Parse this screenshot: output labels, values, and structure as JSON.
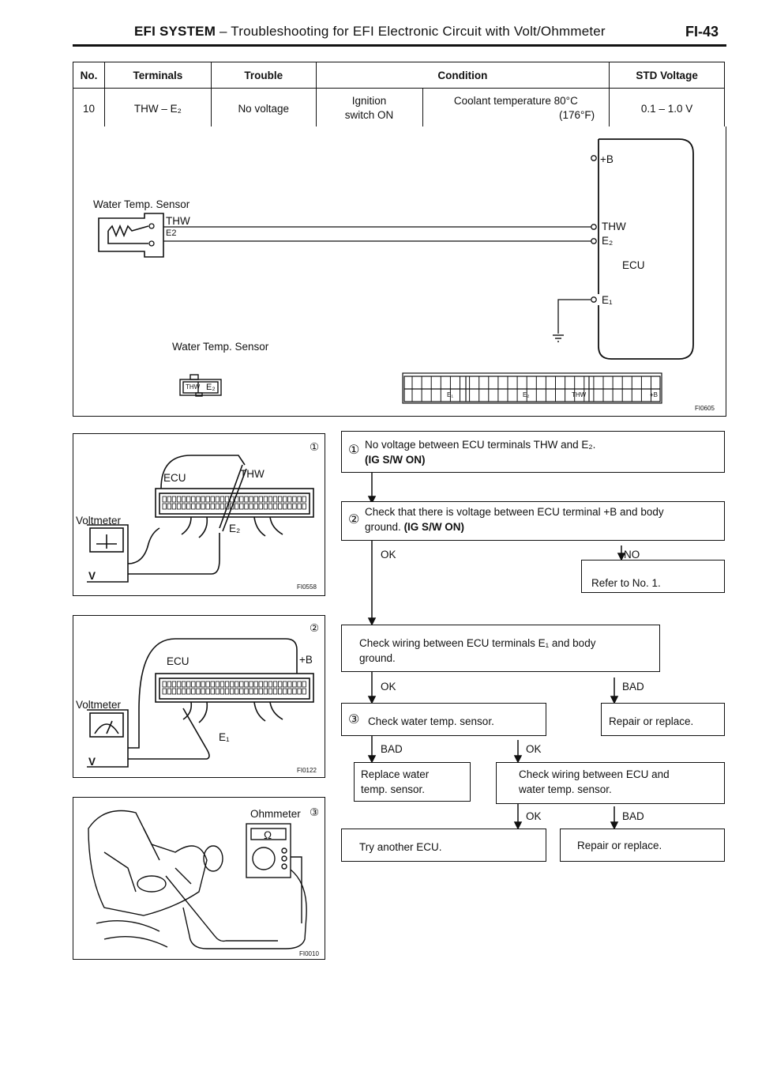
{
  "header": {
    "title_main": "EFI SYSTEM",
    "title_rest": " – Troubleshooting for EFI Electronic Circuit with Volt/Ohmmeter",
    "page_number": "FI-43"
  },
  "table": {
    "headers": {
      "no": "No.",
      "terminals": "Terminals",
      "trouble": "Trouble",
      "condition": "Condition",
      "std_voltage": "STD Voltage"
    },
    "row": {
      "no": "10",
      "terminals": "THW – E₂",
      "trouble": "No voltage",
      "ignition": "Ignition switch ON",
      "coolant_line1": "Coolant temperature 80°C",
      "coolant_line2": "(176°F)",
      "std_voltage": "0.1 – 1.0 V"
    }
  },
  "circuit": {
    "sensor_label": "Water Temp. Sensor",
    "sensor_label_bottom": "Water Temp. Sensor",
    "thw": "THW",
    "e2": "E2",
    "ecu_b": "+B",
    "ecu_thw": "THW",
    "ecu_e2": "E₂",
    "ecu_label": "ECU",
    "ecu_e1": "E₁",
    "conn_left_thw": "THW",
    "conn_left_e2": "E₂",
    "conn_e1": "E₁",
    "conn_e2": "E₂",
    "conn_thw": "THW",
    "conn_b": "+B",
    "fig_code": "FI0605"
  },
  "figures": {
    "fig1": {
      "marker": "①",
      "ecu": "ECU",
      "thw": "THW",
      "e2": "E₂",
      "voltmeter": "Voltmeter",
      "v": "V",
      "code": "FI0558"
    },
    "fig2": {
      "marker": "②",
      "ecu": "ECU",
      "b": "+B",
      "e1": "E₁",
      "voltmeter": "Voltmeter",
      "v": "V",
      "code": "FI0122"
    },
    "fig3": {
      "marker": "③",
      "ohmmeter": "Ohmmeter",
      "omega": "Ω",
      "code": "FI0010"
    }
  },
  "flowchart": {
    "step1_num": "①",
    "step1_line1": "No voltage between ECU terminals THW and E₂.",
    "step1_line2": "(IG S/W ON)",
    "step2_num": "②",
    "step2_line1": "Check that there is voltage between ECU terminal +B and body",
    "step2_line2": "ground.",
    "step2_bold": "(IG S/W ON)",
    "ok1": "OK",
    "no1": "NO",
    "refer": "Refer to No. 1.",
    "wiring_e1_line1": "Check wiring between ECU terminals E₁ and body",
    "wiring_e1_line2": "ground.",
    "ok2": "OK",
    "bad2": "BAD",
    "step3_num": "③",
    "step3_text": "Check water temp. sensor.",
    "repair1": "Repair or replace.",
    "bad3": "BAD",
    "ok3": "OK",
    "replace_line1": "Replace water",
    "replace_line2": "temp. sensor.",
    "wiring_sensor_line1": "Check wiring between ECU and",
    "wiring_sensor_line2": "water temp. sensor.",
    "ok4": "OK",
    "bad4": "BAD",
    "try_ecu": "Try another ECU.",
    "repair2": "Repair or replace."
  }
}
